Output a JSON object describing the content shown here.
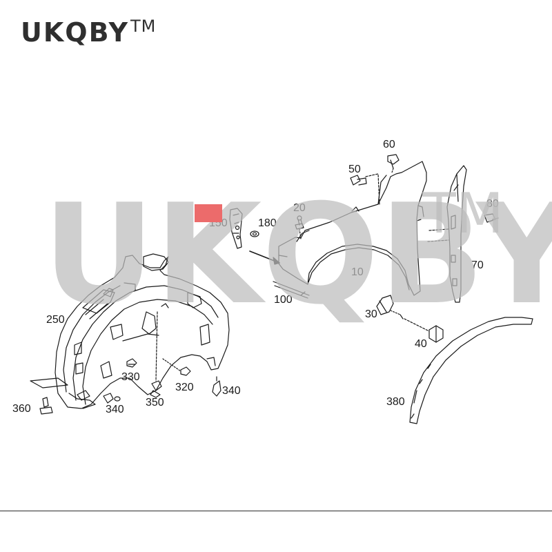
{
  "brand": {
    "name": "UKQBY",
    "trademark": "TM"
  },
  "watermark": {
    "text": "UKQBY",
    "trademark": "TM"
  },
  "callouts": {
    "c10": "10",
    "c20": "20",
    "c30": "30",
    "c40": "40",
    "c50": "50",
    "c60": "60",
    "c70": "70",
    "c80": "80",
    "c100": "100",
    "c150": "150",
    "c180": "180",
    "c250": "250",
    "c320": "320",
    "c330": "330",
    "c340a": "340",
    "c340b": "340",
    "c350": "350",
    "c360": "360",
    "c380": "380"
  },
  "colors": {
    "line": "#1a1a1a",
    "watermark": "#bdbdbd",
    "redaction": "#ec6b6b"
  }
}
